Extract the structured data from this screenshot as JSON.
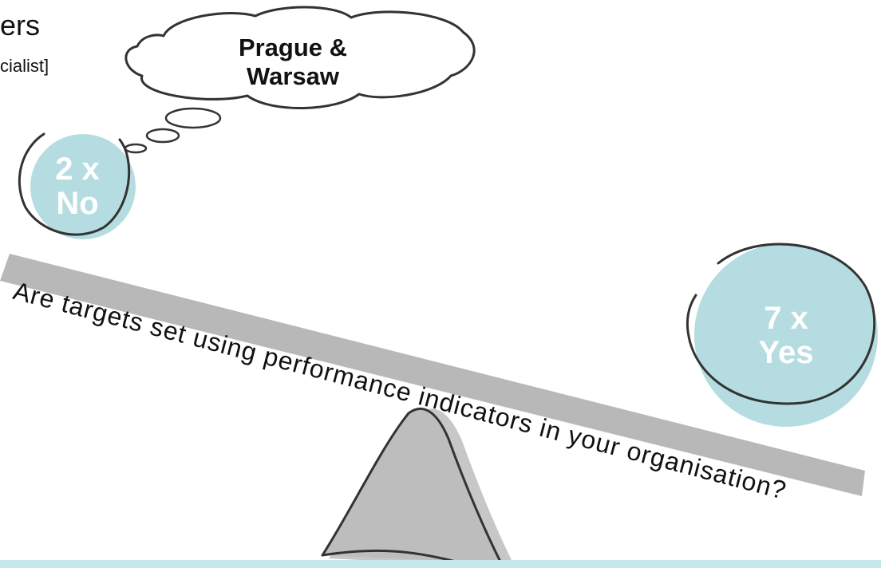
{
  "heading_fragment": "ers",
  "subheading_fragment": "cialist]",
  "thought_cloud": {
    "line1": "Prague &",
    "line2": "Warsaw"
  },
  "left_bubble": {
    "line1": "2 x",
    "line2": "No"
  },
  "right_bubble": {
    "line1": "7 x",
    "line2": "Yes"
  },
  "plank_question": "Are targets set using performance indicators in your organisation?",
  "colors": {
    "bubble_fill": "#b5dde1",
    "plank_fill": "#b8b8b8",
    "fulcrum_fill": "#bdbdbd",
    "ground": "#c5e6ea",
    "stroke": "#333333"
  }
}
